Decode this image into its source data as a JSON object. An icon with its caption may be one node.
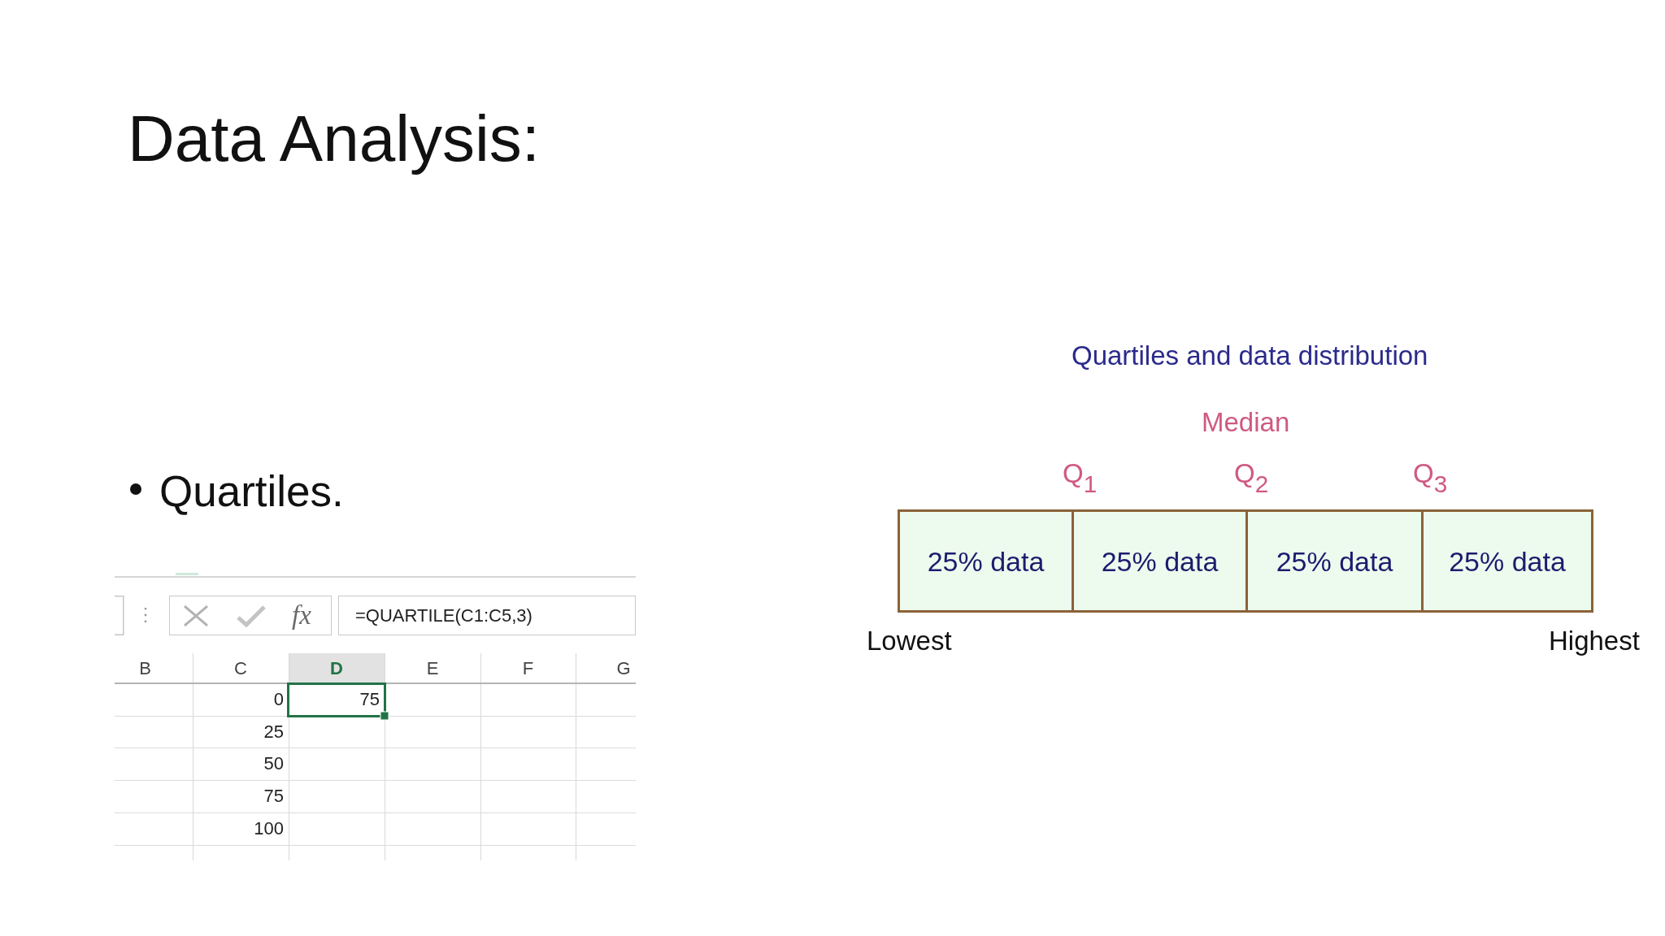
{
  "diagram": {
    "title": "Data Analysis:",
    "nodes": [
      {
        "text": [
          "25% data"
        ]
      },
      {
        "text": [
          "25% data"
        ]
      },
      {
        "text": [
          "25% data"
        ]
      },
      {
        "text": [
          "25% data"
        ]
      }
    ],
    "labels": [
      "Quartiles and data distribution",
      "Median",
      "Q$_{1}$",
      "Q$_{2}$",
      "Q$_{3}$",
      "Quartiles.",
      "Lowest",
      "Highest",
      "fx",
      "=QUARTILE(C1:C5,3)",
      "B",
      "C",
      "D",
      "E",
      "F",
      "G",
      "0",
      "75",
      "25",
      "50",
      "75",
      "100"
    ]
  }
}
